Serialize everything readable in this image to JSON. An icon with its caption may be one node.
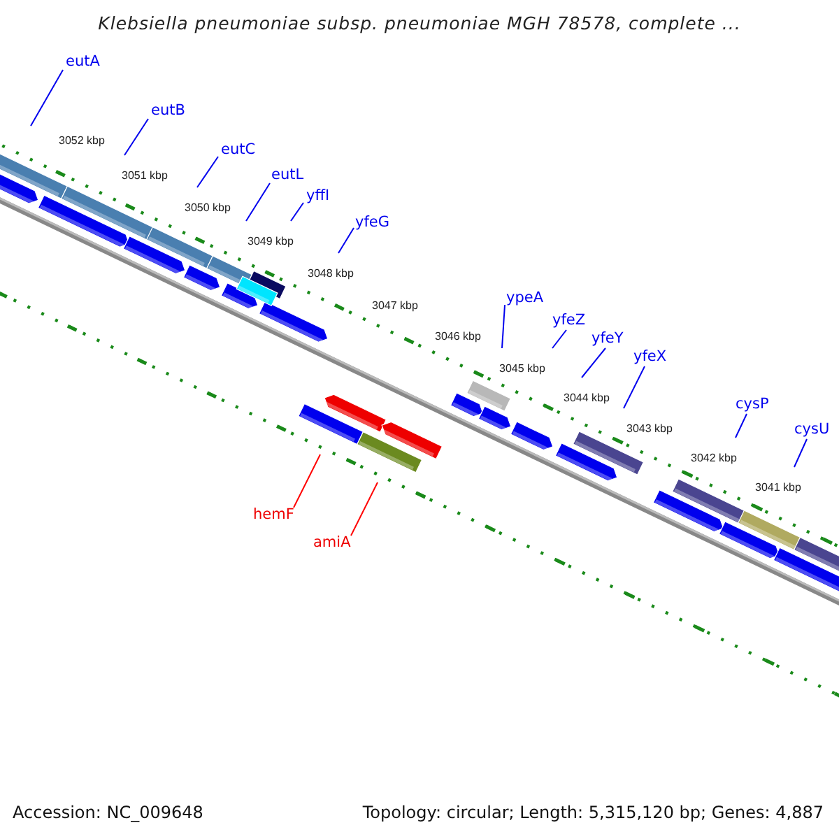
{
  "diagram": {
    "title": "Klebsiella pneumoniae subsp. pneumoniae MGH 78578, complete ...",
    "nodes": [
      {
        "text": [
          "eutA"
        ]
      },
      {
        "text": [
          "eutB"
        ]
      },
      {
        "text": [
          "eutC"
        ]
      },
      {
        "text": [
          "eutL"
        ]
      },
      {
        "text": [
          "yffI"
        ]
      },
      {
        "text": [
          "yfeG"
        ]
      },
      {
        "text": [
          "ypeA"
        ]
      },
      {
        "text": [
          "yfeZ"
        ]
      },
      {
        "text": [
          "yfeY"
        ]
      },
      {
        "text": [
          "yfeX"
        ]
      },
      {
        "text": [
          "cysP"
        ]
      },
      {
        "text": [
          "cysU"
        ]
      },
      {
        "text": [
          "hemF"
        ]
      },
      {
        "text": [
          "amiA"
        ]
      }
    ],
    "edges": [
      {
        "from": 0,
        "to": null,
        "arrow": "none"
      },
      {
        "from": 1,
        "to": null,
        "arrow": "none"
      },
      {
        "from": 2,
        "to": null,
        "arrow": "none"
      },
      {
        "from": 3,
        "to": null,
        "arrow": "none"
      },
      {
        "from": 4,
        "to": null,
        "arrow": "none"
      },
      {
        "from": 5,
        "to": null,
        "arrow": "none"
      },
      {
        "from": 6,
        "to": null,
        "arrow": "none"
      },
      {
        "from": 7,
        "to": null,
        "arrow": "none"
      },
      {
        "from": 8,
        "to": null,
        "arrow": "none"
      },
      {
        "from": 9,
        "to": null,
        "arrow": "none"
      },
      {
        "from": 10,
        "to": null,
        "arrow": "none"
      },
      {
        "from": 11,
        "to": null,
        "arrow": "none"
      },
      {
        "from": 12,
        "to": null,
        "arrow": "none",
        "color": "#ff0000"
      },
      {
        "from": 13,
        "to": null,
        "arrow": "none",
        "color": "#ff0000"
      }
    ],
    "labels": [
      "3052 kbp",
      "3051 kbp",
      "3050 kbp",
      "3049 kbp",
      "3048 kbp",
      "3047 kbp",
      "3046 kbp",
      "3045 kbp",
      "3044 kbp",
      "3043 kbp",
      "3042 kbp",
      "3041 kbp",
      "Accession: NC_009648",
      "Topology: circular; Length: 5,315,120 bp; Genes: 4,887"
    ]
  }
}
